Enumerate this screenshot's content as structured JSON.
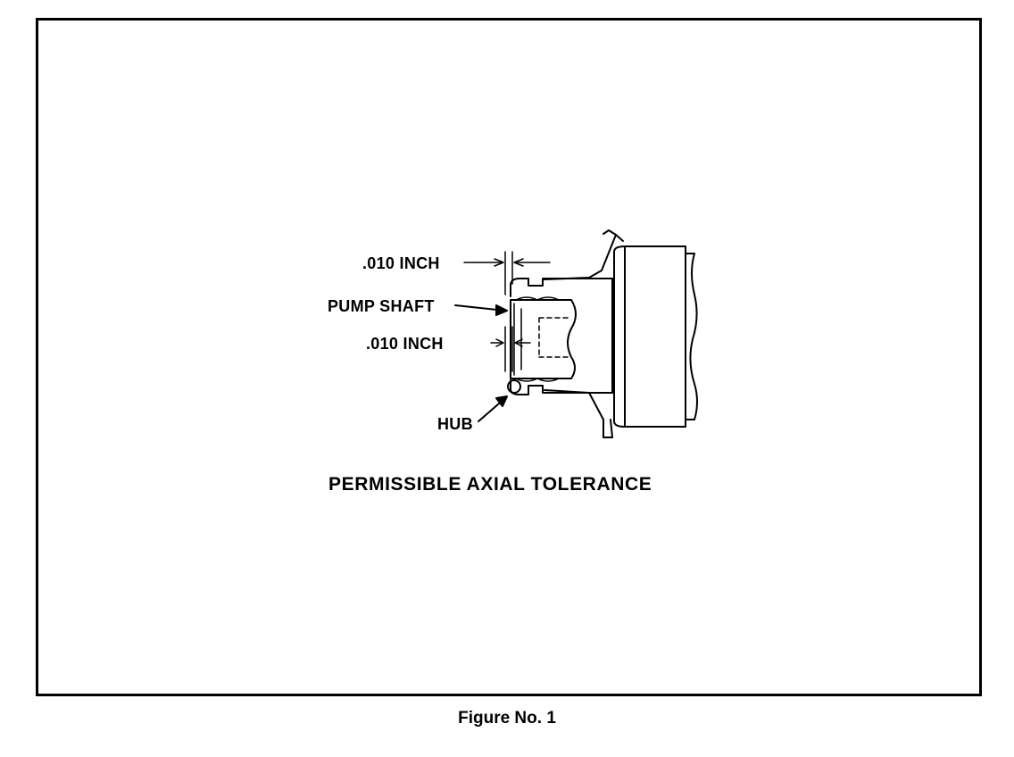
{
  "diagram": {
    "labels": {
      "top_clearance": ".010 INCH",
      "pump_shaft": "PUMP SHAFT",
      "shaft_clearance": ".010 INCH",
      "hub": "HUB"
    },
    "caption": "PERMISSIBLE AXIAL TOLERANCE"
  },
  "figure_label": "Figure No. 1",
  "colors": {
    "ink": "#000000",
    "paper": "#ffffff"
  }
}
